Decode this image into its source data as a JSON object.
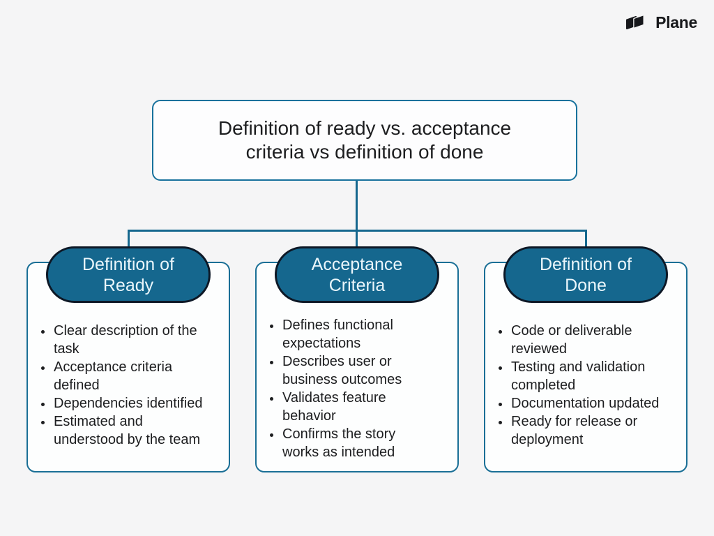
{
  "logo": {
    "text": "Plane",
    "mark_icon": "plane-logo-mark"
  },
  "colors": {
    "background": "#f5f5f6",
    "accent_teal": "#15678e",
    "connector_line": "#15678e",
    "card_border": "#1a6f96",
    "card_fill": "#fdfefe",
    "pill_fill": "#15678e",
    "pill_border": "#0d1826",
    "pill_text": "#eaf6fb",
    "body_text": "#1d1e20",
    "logo_text": "#17181b"
  },
  "root": {
    "title": "Definition of ready vs. acceptance criteria vs definition of done"
  },
  "columns": [
    {
      "header": "Definition of Ready",
      "bullets": [
        "Clear description of the task",
        "Acceptance criteria defined",
        "Dependencies identified",
        "Estimated and understood by the team"
      ]
    },
    {
      "header": "Acceptance Criteria",
      "bullets": [
        "Defines functional expectations",
        "Describes user or business outcomes",
        "Validates feature behavior",
        "Confirms the story works as intended"
      ]
    },
    {
      "header": "Definition of Done",
      "bullets": [
        "Code or deliverable reviewed",
        "Testing and validation completed",
        "Documentation updated",
        "Ready for release or deployment"
      ]
    }
  ]
}
